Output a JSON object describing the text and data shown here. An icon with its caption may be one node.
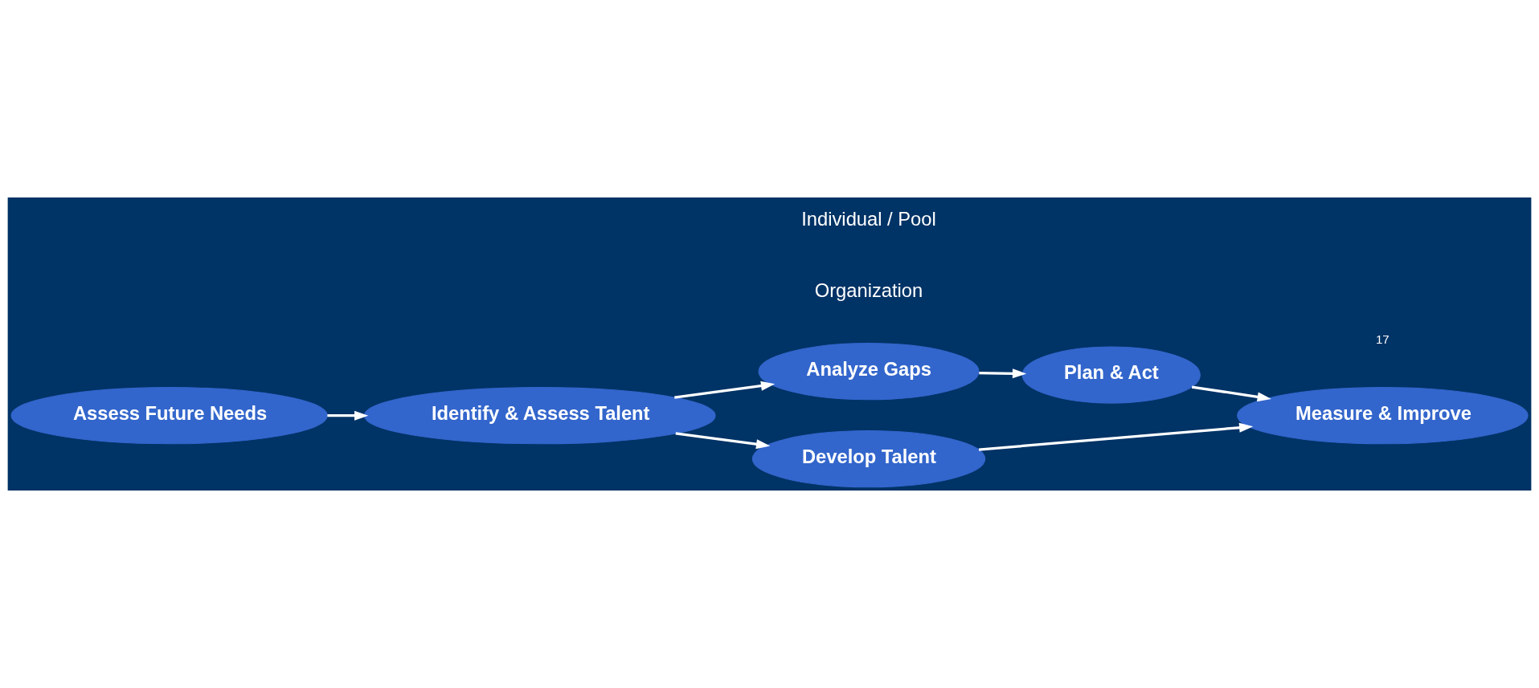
{
  "diagram": {
    "nodes": [
      {
        "text": [
          "Assess Future Needs"
        ]
      },
      {
        "text": [
          "Identify & Assess Talent"
        ]
      },
      {
        "text": [
          "Analyze Gaps"
        ]
      },
      {
        "text": [
          "Plan & Act"
        ]
      },
      {
        "text": [
          "Measure & Improve"
        ]
      },
      {
        "text": [
          "Develop Talent"
        ]
      }
    ],
    "edges": [
      {
        "from": 0,
        "to": 1,
        "arrow": "to"
      },
      {
        "from": 1,
        "to": 2,
        "arrow": "to"
      },
      {
        "from": 2,
        "to": 3,
        "arrow": "to"
      },
      {
        "from": 3,
        "to": 4,
        "arrow": "to"
      },
      {
        "from": 1,
        "to": 5,
        "arrow": "to"
      },
      {
        "from": 5,
        "to": 4,
        "arrow": "to"
      }
    ],
    "labels": [
      "Organization",
      "Individual / Pool",
      "17"
    ]
  }
}
